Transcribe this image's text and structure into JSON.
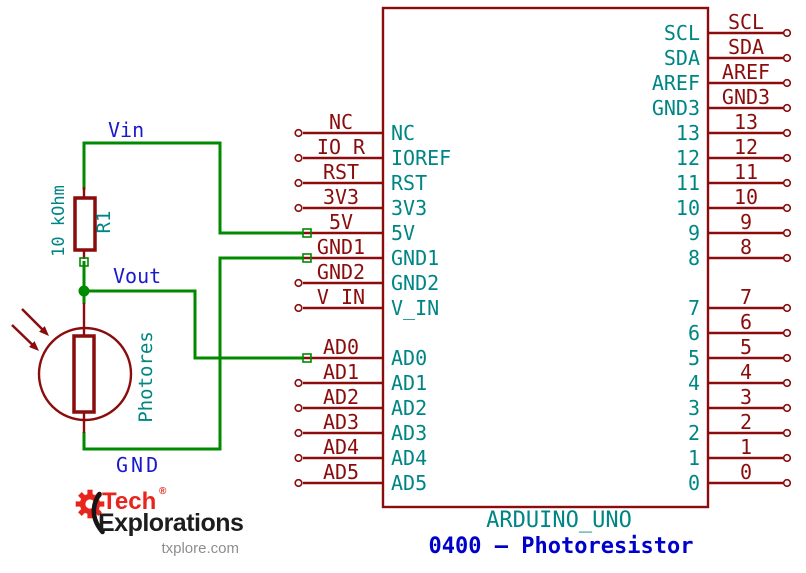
{
  "colors": {
    "wire": "#008a00",
    "component": "#8a0c0c",
    "pin_name": "#008585",
    "net_label": "#1a1acc",
    "title": "#0000cc",
    "logo_red": "#e8251d",
    "logo_black": "#1d1d1d",
    "logo_gray": "#8e8e8e"
  },
  "net_labels": {
    "vin": "Vin",
    "vout": "Vout",
    "gnd": "GND"
  },
  "resistor": {
    "ref": "R1",
    "value": "10 kOhm"
  },
  "photoresistor": {
    "label": "Photores"
  },
  "arduino": {
    "name": "ARDUINO_UNO",
    "sheet_title": "0400 – Photoresistor",
    "left_pins": [
      {
        "label": "NC",
        "name": "NC",
        "row": 4,
        "connected": false
      },
      {
        "label": "IO_R",
        "name": "IOREF",
        "row": 5,
        "connected": false
      },
      {
        "label": "RST",
        "name": "RST",
        "row": 6,
        "connected": false
      },
      {
        "label": "3V3",
        "name": "3V3",
        "row": 7,
        "connected": false
      },
      {
        "label": "5V",
        "name": "5V",
        "row": 8,
        "connected": true
      },
      {
        "label": "GND1",
        "name": "GND1",
        "row": 9,
        "connected": true
      },
      {
        "label": "GND2",
        "name": "GND2",
        "row": 10,
        "connected": false
      },
      {
        "label": "V_IN",
        "name": "V_IN",
        "row": 11,
        "connected": false
      },
      {
        "label": "AD0",
        "name": "AD0",
        "row": 13,
        "connected": true
      },
      {
        "label": "AD1",
        "name": "AD1",
        "row": 14,
        "connected": false
      },
      {
        "label": "AD2",
        "name": "AD2",
        "row": 15,
        "connected": false
      },
      {
        "label": "AD3",
        "name": "AD3",
        "row": 16,
        "connected": false
      },
      {
        "label": "AD4",
        "name": "AD4",
        "row": 17,
        "connected": false
      },
      {
        "label": "AD5",
        "name": "AD5",
        "row": 18,
        "connected": false
      }
    ],
    "right_pins": [
      {
        "label": "SCL",
        "name": "SCL",
        "row": 0
      },
      {
        "label": "SDA",
        "name": "SDA",
        "row": 1
      },
      {
        "label": "AREF",
        "name": "AREF",
        "row": 2
      },
      {
        "label": "GND3",
        "name": "GND3",
        "row": 3
      },
      {
        "label": "13",
        "name": "13",
        "row": 4
      },
      {
        "label": "12",
        "name": "12",
        "row": 5
      },
      {
        "label": "11",
        "name": "11",
        "row": 6
      },
      {
        "label": "10",
        "name": "10",
        "row": 7
      },
      {
        "label": "9",
        "name": "9",
        "row": 8
      },
      {
        "label": "8",
        "name": "8",
        "row": 9
      },
      {
        "label": "7",
        "name": "7",
        "row": 11
      },
      {
        "label": "6",
        "name": "6",
        "row": 12
      },
      {
        "label": "5",
        "name": "5",
        "row": 13
      },
      {
        "label": "4",
        "name": "4",
        "row": 14
      },
      {
        "label": "3",
        "name": "3",
        "row": 15
      },
      {
        "label": "2",
        "name": "2",
        "row": 16
      },
      {
        "label": "1",
        "name": "1",
        "row": 17
      },
      {
        "label": "0",
        "name": "0",
        "row": 18
      }
    ]
  },
  "logo": {
    "brand_top": "Tech",
    "reg": "®",
    "brand_bottom": "Explorations",
    "url": "txplore.com"
  }
}
